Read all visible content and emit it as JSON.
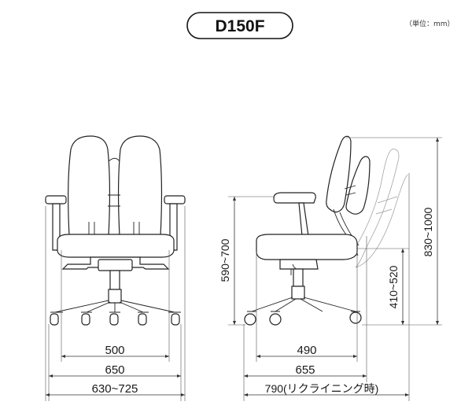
{
  "title": "D150F",
  "unit_note": "（単位：mm）",
  "front_view": {
    "dim_1": "500",
    "dim_2": "650",
    "dim_3": "630~725",
    "height_dim": "590~700"
  },
  "side_view": {
    "dim_1": "490",
    "dim_2": "655",
    "dim_3": "790(リクライニング時)",
    "seat_height_dim": "410~520",
    "total_height_dim": "830~1000"
  }
}
